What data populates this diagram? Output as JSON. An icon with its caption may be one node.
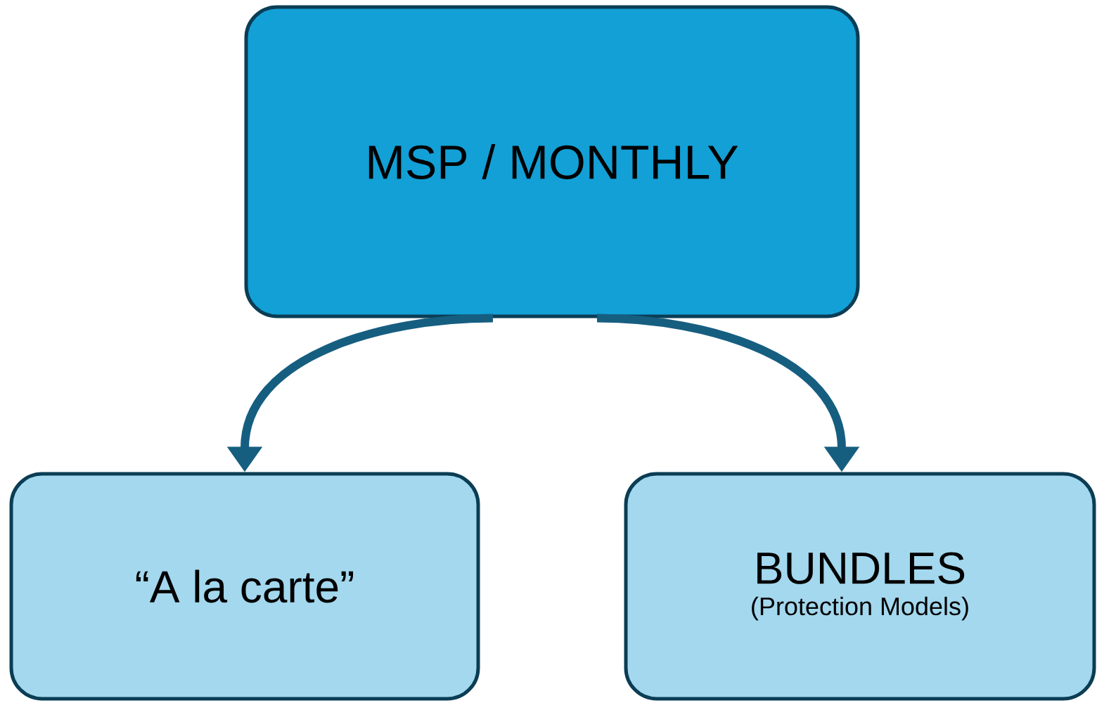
{
  "diagram": {
    "nodes": [
      {
        "text": [
          "MSP / MONTHLY"
        ]
      },
      {
        "text": [
          "“A la carte”"
        ]
      },
      {
        "text": [
          "BUNDLES",
          "(Protection Models)"
        ]
      }
    ],
    "edges": [
      {
        "from": 0,
        "to": 1,
        "arrow": "to"
      },
      {
        "from": 0,
        "to": 2,
        "arrow": "to"
      }
    ]
  }
}
